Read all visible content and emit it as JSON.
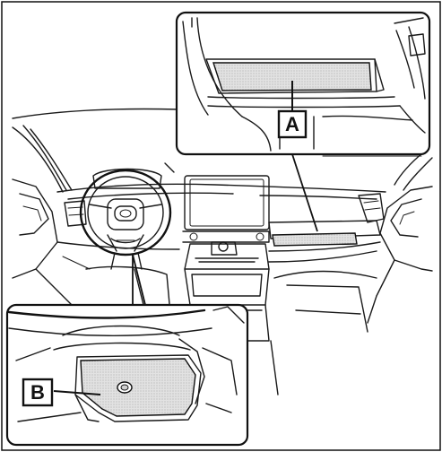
{
  "figure": {
    "callouts": [
      {
        "id": "A",
        "label": "A",
        "target": "overhead-shelf-panel"
      },
      {
        "id": "B",
        "label": "B",
        "target": "under-dash-lid-panel"
      }
    ],
    "colors": {
      "line": "#1a1a1a",
      "highlight_fill": "#d8d8d8",
      "background": "#ffffff"
    }
  }
}
